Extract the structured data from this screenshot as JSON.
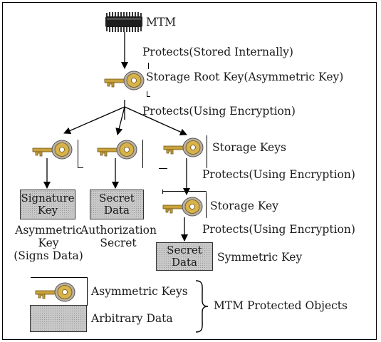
{
  "mtm": {
    "label": "MTM",
    "icon": "chip-icon"
  },
  "edges": {
    "protects_stored": "Protects(Stored Internally)",
    "protects_encryption_1": "Protects(Using Encryption)",
    "protects_encryption_2": "Protects(Using Encryption)",
    "protects_encryption_3": "Protects(Using Encryption)"
  },
  "srk": {
    "label": "Storage Root Key(Asymmetric Key)",
    "icon": "key-icon"
  },
  "storage_keys": {
    "label": "Storage Keys",
    "icon": "key-icon"
  },
  "storage_key": {
    "label": "Storage Key",
    "icon": "key-icon"
  },
  "boxes": {
    "signature_key": {
      "line1": "Signature",
      "line2": "Key"
    },
    "secret_data_1": {
      "line1": "Secret",
      "line2": "Data"
    },
    "secret_data_2": {
      "line1": "Secret",
      "line2": "Data"
    }
  },
  "captions": {
    "asymmetric_key": {
      "line1": "Asymmetric",
      "line2": "Key",
      "line3": "(Signs Data)"
    },
    "authorization_secret": {
      "line1": "Authorization",
      "line2": "Secret"
    },
    "symmetric_key": "Symmetric Key"
  },
  "legend": {
    "asymmetric_keys": "Asymmetric Keys",
    "arbitrary_data": "Arbitrary Data",
    "protected_objects": "MTM Protected Objects"
  },
  "colors": {
    "box_fill": "#c8c8c8",
    "key_gold": "#c9a23a",
    "chip": "#222222"
  }
}
